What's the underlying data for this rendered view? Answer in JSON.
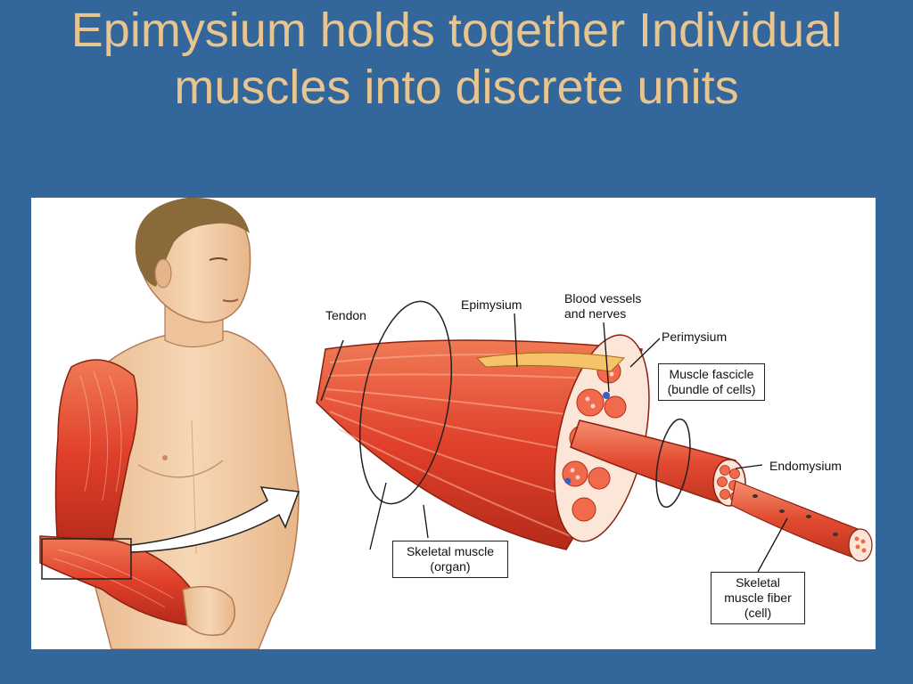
{
  "slide": {
    "title": "Epimysium holds together Individual muscles into discrete units"
  },
  "diagram": {
    "labels": {
      "tendon": "Tendon",
      "epimysium": "Epimysium",
      "blood_vessels": "Blood vessels and nerves",
      "perimysium": "Perimysium",
      "muscle_fascicle": "Muscle fascicle (bundle of cells)",
      "endomysium": "Endomysium",
      "skeletal_muscle_organ": "Skeletal muscle (organ)",
      "skeletal_muscle_fiber": "Skeletal muscle fiber (cell)"
    },
    "colors": {
      "background": "#33669a",
      "title_text": "#e8c48e",
      "muscle_red": "#e0402a",
      "skin": "#f3cfa8",
      "hair": "#8a6a3a"
    }
  }
}
